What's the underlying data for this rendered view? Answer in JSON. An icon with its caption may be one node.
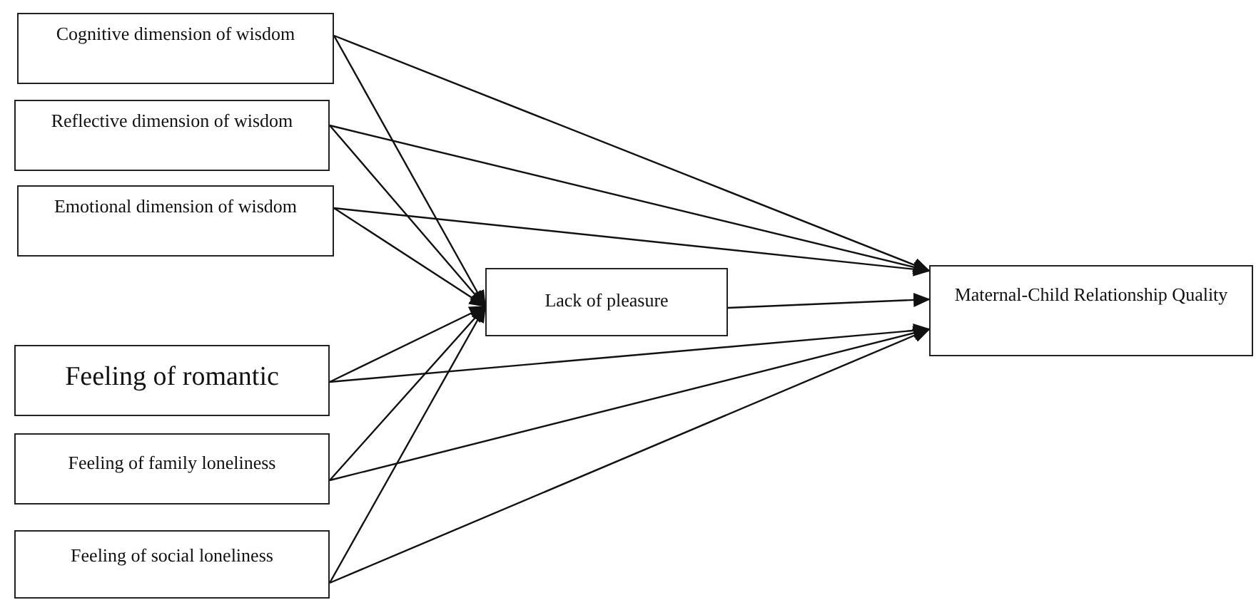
{
  "diagram": {
    "nodes": [
      {
        "text": [
          "Cognitive dimension of wisdom"
        ]
      },
      {
        "text": [
          "Reflective dimension of wisdom"
        ]
      },
      {
        "text": [
          "Emotional dimension of wisdom"
        ]
      },
      {
        "text": [
          "Feeling of romantic"
        ]
      },
      {
        "text": [
          "Feeling of family loneliness"
        ]
      },
      {
        "text": [
          "Feeling of social loneliness"
        ]
      },
      {
        "text": [
          "Lack of pleasure"
        ]
      },
      {
        "text": [
          "Maternal-Child Relationship Quality"
        ]
      }
    ],
    "edges": [
      {
        "from": 0,
        "to": 6,
        "arrow": "to"
      },
      {
        "from": 1,
        "to": 6,
        "arrow": "to"
      },
      {
        "from": 2,
        "to": 6,
        "arrow": "to"
      },
      {
        "from": 3,
        "to": 6,
        "arrow": "to"
      },
      {
        "from": 4,
        "to": 6,
        "arrow": "to"
      },
      {
        "from": 5,
        "to": 6,
        "arrow": "to"
      },
      {
        "from": 0,
        "to": 7,
        "arrow": "to"
      },
      {
        "from": 1,
        "to": 7,
        "arrow": "to"
      },
      {
        "from": 2,
        "to": 7,
        "arrow": "to"
      },
      {
        "from": 6,
        "to": 7,
        "arrow": "to"
      },
      {
        "from": 3,
        "to": 7,
        "arrow": "to"
      },
      {
        "from": 4,
        "to": 7,
        "arrow": "to"
      },
      {
        "from": 5,
        "to": 7,
        "arrow": "to"
      }
    ]
  }
}
